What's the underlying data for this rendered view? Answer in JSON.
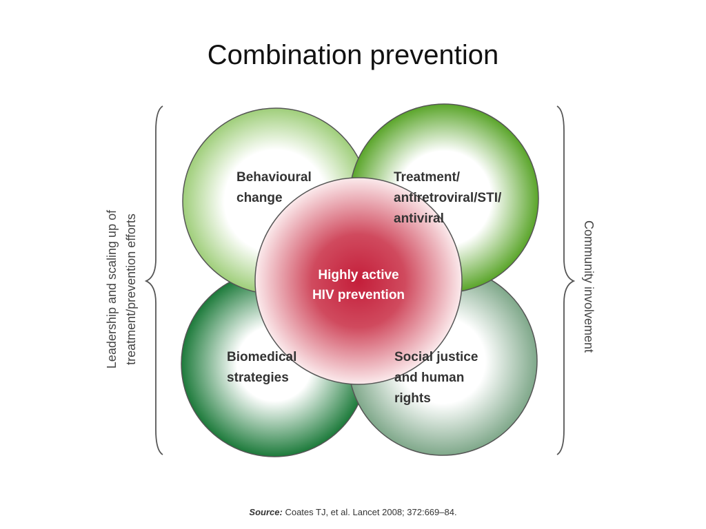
{
  "slide": {
    "title": "Combination prevention",
    "source_label": "Source:",
    "source_text": "Coates TJ, et al. Lancet 2008; 372:669–84."
  },
  "diagram": {
    "left_brace_label_line1": "Leadership and scaling up of",
    "left_brace_label_line2": "treatment/prevention efforts",
    "right_brace_label": "Community involvement",
    "center_label_line1": "Highly active",
    "center_label_line2": "HIV prevention",
    "circles": {
      "top_left": {
        "line1": "Behavioural",
        "line2": "change"
      },
      "top_right": {
        "line1": "Treatment/",
        "line2": "antiretroviral/STI/",
        "line3": "antiviral"
      },
      "bottom_left": {
        "line1": "Biomedical",
        "line2": "strategies"
      },
      "bottom_right": {
        "line1": "Social justice",
        "line2": "and human",
        "line3": "rights"
      }
    }
  },
  "colors": {
    "light_green": "#9fce7a",
    "bright_green": "#5aa52a",
    "dark_green": "#1c7a3a",
    "grey_green": "#7fa88a",
    "center_red": "#c41e3a",
    "circle_stroke": "#555555"
  }
}
